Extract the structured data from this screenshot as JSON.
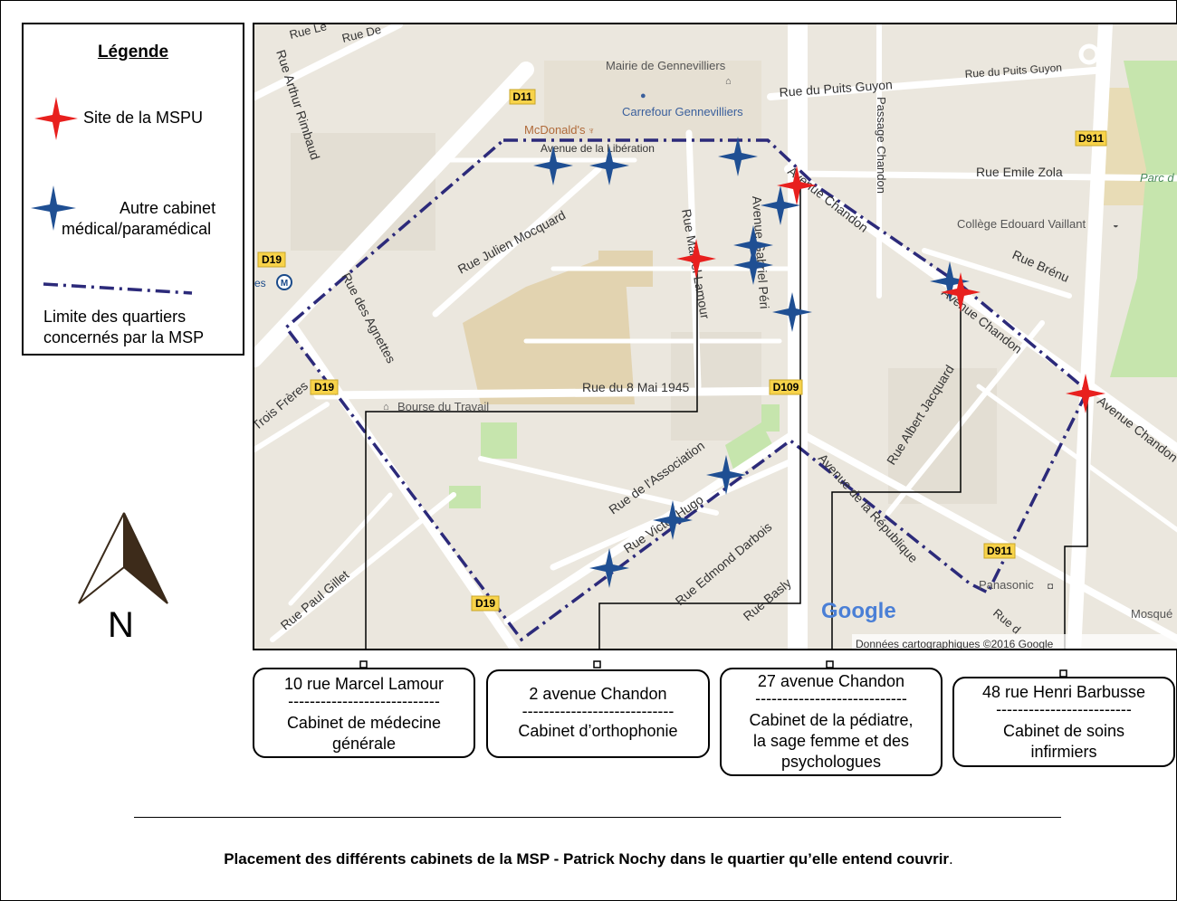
{
  "legend": {
    "title": "Légende",
    "items": [
      {
        "label": "Site de la MSPU",
        "icon": "red-star-icon",
        "color": "#e8201e"
      },
      {
        "label_line1": "Autre cabinet",
        "label_line2": "médical/paramédical",
        "icon": "blue-star-icon",
        "color": "#1f4f93"
      },
      {
        "label_line1": "Limite des quartiers",
        "label_line2": "concernés par la MSP",
        "icon": "dashdot-line-icon",
        "color": "#2c2a7a"
      }
    ]
  },
  "compass": {
    "letter": "N"
  },
  "map": {
    "attribution": "Données cartographiques ©2016 Google",
    "logo": "Google",
    "streets": {
      "rue_du_puits_guyon": "Rue du Puits Guyon",
      "rue_du_puits_guyon_2": "Rue du Puits Guyon",
      "passage_chandon": "Passage Chandon",
      "rue_emile_zola": "Rue Emile Zola",
      "rue_julien_mocquard": "Rue Julien Mocquard",
      "avenue_liberation": "Avenue de la Libération",
      "rue_arthur_rimbaud": "Rue Arthur Rimbaud",
      "rue_des_agnettes": "Rue des Agnettes",
      "rue_8_mai": "Rue du 8 Mai 1945",
      "rue_association": "Rue de l'Association",
      "rue_victor_hugo": "Rue Victor Hugo",
      "rue_edmond_darbois": "Rue Edmond Darbois",
      "rue_basly": "Rue Basly",
      "rue_paul_gillet": "Rue Paul Gillet",
      "rue_trois_freres": "Rue des Trois Frères",
      "avenue_republique": "Avenue de la République",
      "rue_albert_jacquard": "Rue Albert Jacquard",
      "avenue_chandon_1": "Avenue Chandon",
      "avenue_chandon_2": "Avenue Chandon",
      "avenue_chandon_3": "Avenue Chandon",
      "rue_brenu": "Rue Brénu",
      "rue_marcel_lamour": "Rue Marcel Lamour",
      "avenue_gabriel_peri": "Avenue Gabriel Péri",
      "rue_de_top": "Rue De",
      "rue_le_top": "Rue Le",
      "rue_d_bottom": "Rue d"
    },
    "pois": {
      "mairie": "Mairie de Gennevilliers",
      "carrefour": "Carrefour Gennevilliers",
      "mcdonalds": "McDonald's",
      "college": "Collège Edouard Vaillant",
      "bourse": "Bourse du Travail",
      "panasonic": "Panasonic",
      "parc": "Parc d",
      "mosque": "Mosqué",
      "metro": "es"
    },
    "roads": {
      "d11": "D11",
      "d911a": "D911",
      "d911b": "D911",
      "d19a": "D19",
      "d19b": "D19",
      "d19c": "D19",
      "d109": "D109"
    }
  },
  "boxes": [
    {
      "address": "10 rue Marcel Lamour",
      "separator": "----------------------------",
      "desc_line1": "Cabinet de médecine",
      "desc_line2": "générale"
    },
    {
      "address": "2 avenue Chandon",
      "separator": "----------------------------",
      "desc_line1": "Cabinet d’orthophonie",
      "desc_line2": ""
    },
    {
      "address": "27 avenue Chandon",
      "separator": "----------------------------",
      "desc_line1": "Cabinet de la pédiatre,",
      "desc_line2": "la sage femme et des",
      "desc_line3": "psychologues"
    },
    {
      "address": "48 rue Henri Barbusse",
      "separator": "-------------------------",
      "desc_line1": "Cabinet de soins",
      "desc_line2": "infirmiers"
    }
  ],
  "caption": {
    "main": "Placement des différents cabinets de la MSP - Patrick Nochy dans le quartier qu’elle entend couvrir",
    "end": "."
  }
}
